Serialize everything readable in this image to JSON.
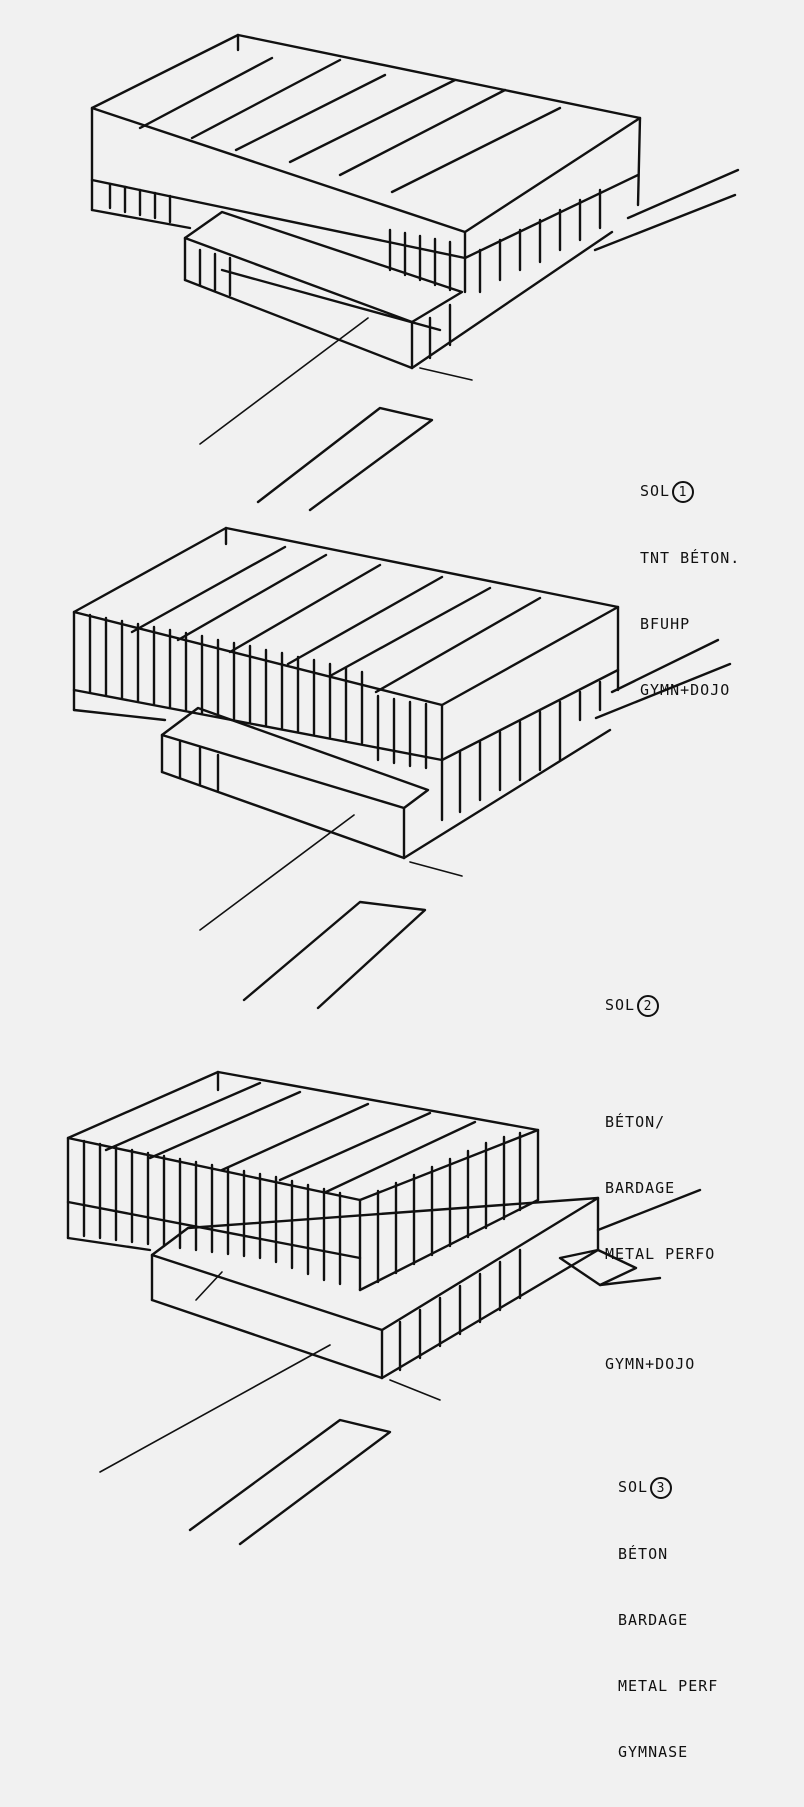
{
  "notes": [
    {
      "prefix": "SOL",
      "num": "1",
      "lines": [
        "TNT BÉTON.",
        "BFUHP",
        "GYMN+DOJO"
      ]
    },
    {
      "prefix": "SOL",
      "num": "2",
      "lines": [
        "BÉTON/",
        "BARDAGE",
        "METAL PERFO",
        "",
        "GYMN+DOJO"
      ]
    },
    {
      "prefix": "SOL",
      "num": "3",
      "lines": [
        "BÉTON",
        "BARDAGE",
        "METAL PERF",
        "GYMNASE"
      ]
    }
  ],
  "colors": {
    "background": "#f1f1f1",
    "ink": "#111111"
  }
}
